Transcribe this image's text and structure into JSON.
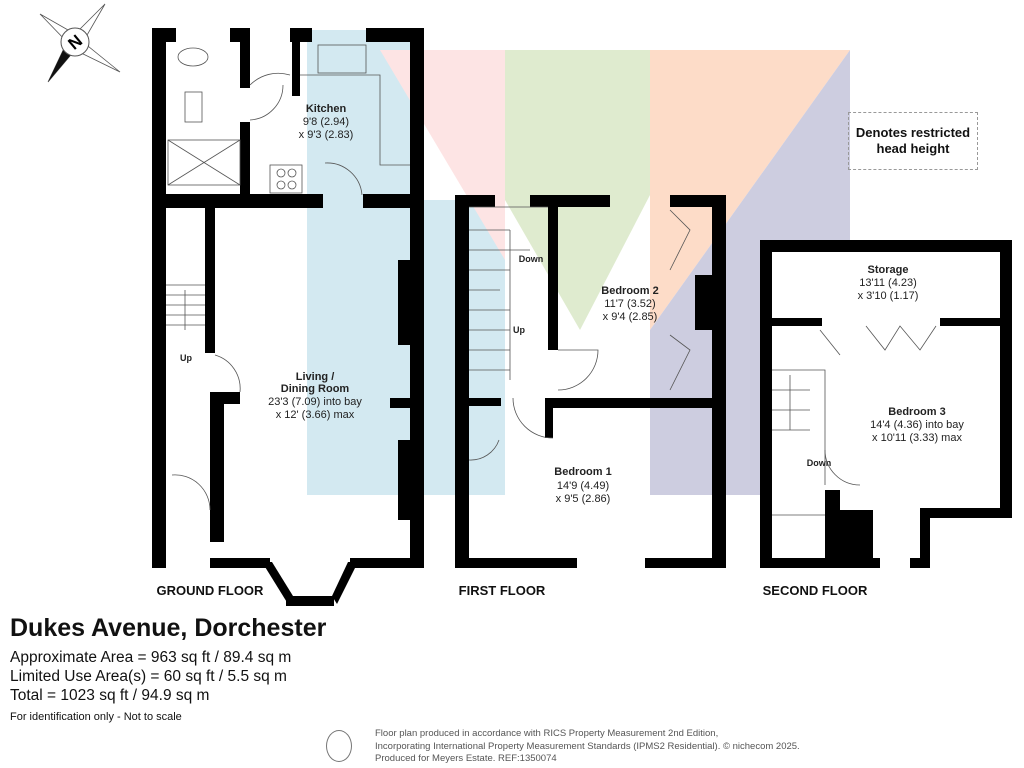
{
  "compass": {
    "label": "N"
  },
  "rooms": {
    "kitchen": {
      "name": "Kitchen",
      "dim1": "9'8 (2.94)",
      "dim2": "x 9'3 (2.83)"
    },
    "living": {
      "name1": "Living /",
      "name2": "Dining Room",
      "dim1": "23'3 (7.09) into bay",
      "dim2": "x 12' (3.66) max"
    },
    "bedroom1": {
      "name": "Bedroom 1",
      "dim1": "14'9 (4.49)",
      "dim2": "x 9'5 (2.86)"
    },
    "bedroom2": {
      "name": "Bedroom 2",
      "dim1": "11'7 (3.52)",
      "dim2": "x 9'4 (2.85)"
    },
    "bedroom3": {
      "name": "Bedroom 3",
      "dim1": "14'4 (4.36) into bay",
      "dim2": "x 10'11 (3.33) max"
    },
    "storage": {
      "name": "Storage",
      "dim1": "13'11 (4.23)",
      "dim2": "x 3'10 (1.17)"
    }
  },
  "stairs": {
    "ground_up": "Up",
    "first_up": "Up",
    "first_down": "Down",
    "second_down": "Down"
  },
  "floors": {
    "ground": "GROUND FLOOR",
    "first": "FIRST FLOOR",
    "second": "SECOND FLOOR"
  },
  "legend": {
    "line1": "Denotes restricted",
    "line2": "head height"
  },
  "property": {
    "title": "Dukes Avenue, Dorchester",
    "approx_area": "Approximate Area = 963 sq ft / 89.4 sq m",
    "limited_use": "Limited Use Area(s) = 60 sq ft / 5.5 sq m",
    "total": "Total = 1023 sq ft / 94.9 sq m",
    "note": "For identification only - Not to scale"
  },
  "footer": {
    "line1": "Floor plan produced in accordance with RICS Property Measurement 2nd Edition,",
    "line2": "Incorporating International Property Measurement Standards (IPMS2 Residential).   © nichecom 2025.",
    "line3": "Produced for Meyers Estate.   REF:1350074"
  },
  "colors": {
    "wall": "#000000",
    "blue": "#d3e9f1",
    "pink": "#fde4e4",
    "green": "#dfebcf",
    "orange": "#fddcc8",
    "lavender": "#cdcde0"
  }
}
